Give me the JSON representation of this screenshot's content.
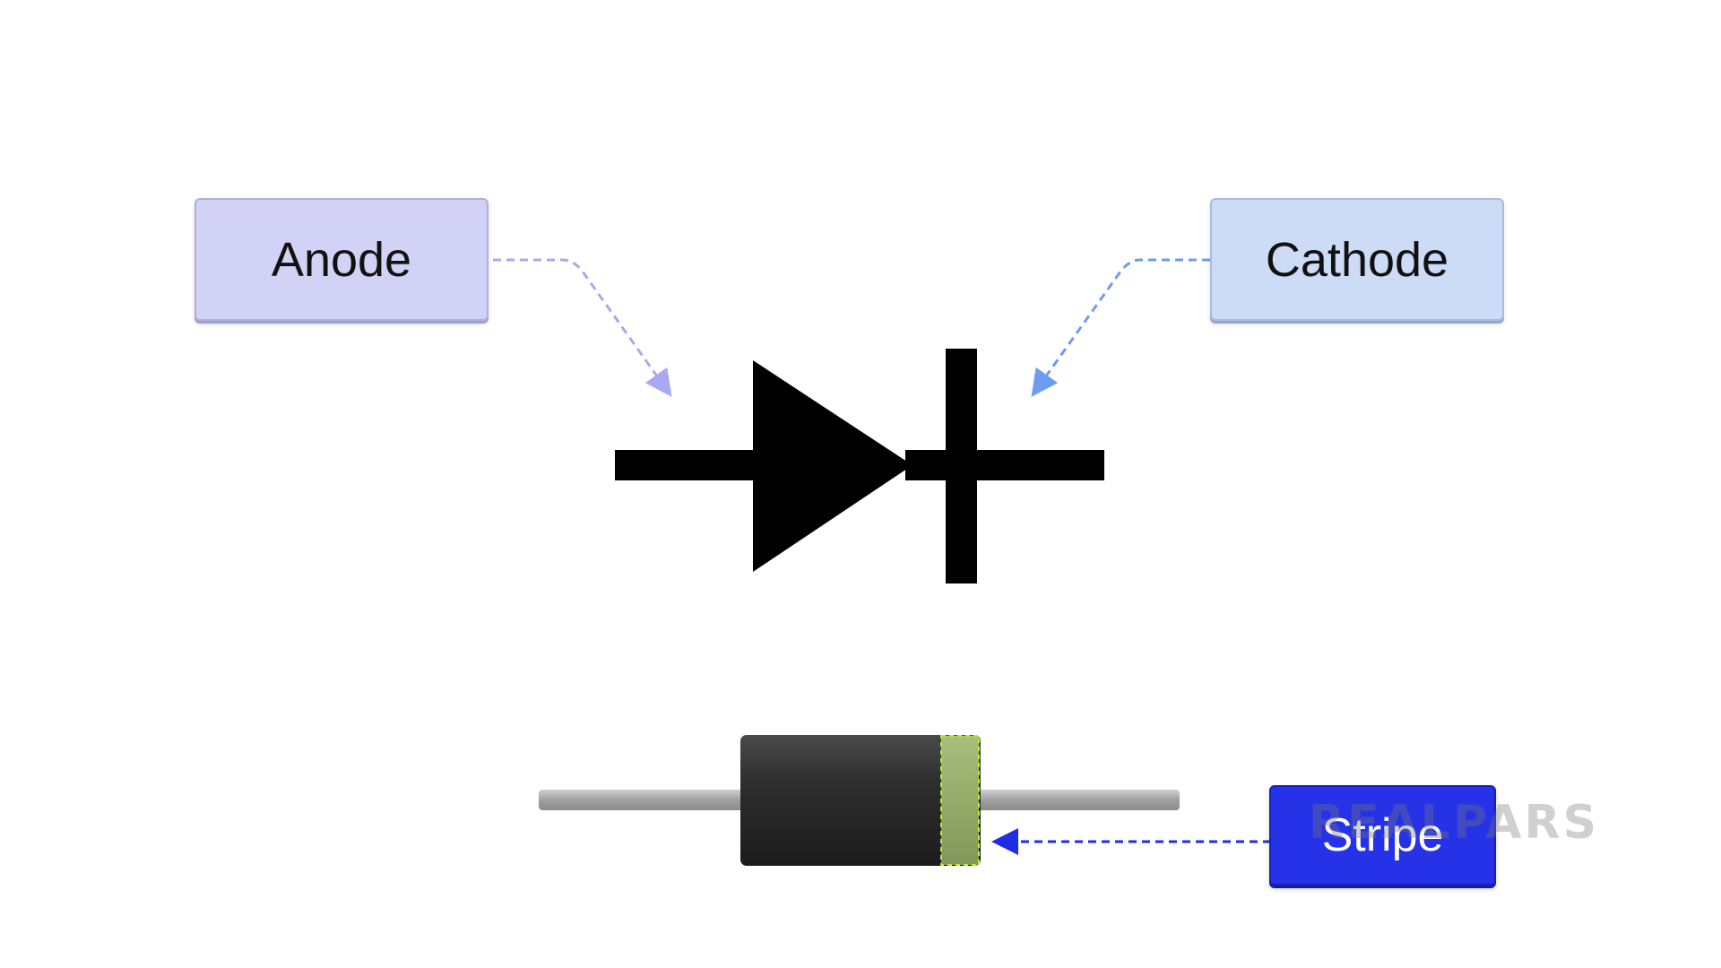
{
  "labels": {
    "anode": "Anode",
    "cathode": "Cathode",
    "stripe": "Stripe"
  },
  "watermark": "REALPARS",
  "colors": {
    "anode_box": "#d2d1f6",
    "anode_arrow": "#a9a9f0",
    "cathode_box": "#ccdbf6",
    "cathode_arrow": "#6e9cf0",
    "stripe_box": "#2632e8",
    "stripe_arrow": "#1f2ee0",
    "diode_symbol": "#000000",
    "diode_body": "#2b2b2b",
    "diode_band": "#9aae6e",
    "lead": "#a8a8a8"
  }
}
